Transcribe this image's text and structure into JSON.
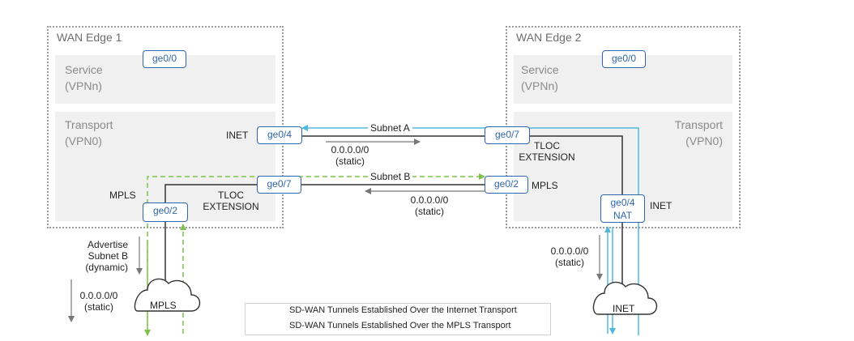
{
  "edge1": {
    "title": "WAN Edge 1",
    "service_line1": "Service",
    "service_line2": "(VPNn)",
    "transport_line1": "Transport",
    "transport_line2": "(VPN0)",
    "iface_service": "ge0/0",
    "iface_inet": "ge0/4",
    "iface_tloc": "ge0/7",
    "iface_mpls": "ge0/2",
    "label_inet": "INET",
    "label_mpls": "MPLS",
    "tloc_line1": "TLOC",
    "tloc_line2": "EXTENSION"
  },
  "edge2": {
    "title": "WAN Edge 2",
    "service_line1": "Service",
    "service_line2": "(VPNn)",
    "transport_line1": "Transport",
    "transport_line2": "(VPN0)",
    "iface_service": "ge0/0",
    "iface_tloc": "ge0/7",
    "iface_mpls": "ge0/2",
    "iface_inet_line1": "ge0/4",
    "iface_inet_line2": "NAT",
    "label_inet": "INET",
    "label_mpls": "MPLS",
    "tloc_line1": "TLOC",
    "tloc_line2": "EXTENSION"
  },
  "links": {
    "subnet_a": "Subnet A",
    "subnet_b": "Subnet B",
    "route_a_line1": "0.0.0.0/0",
    "route_a_line2": "(static)",
    "route_b_line1": "0.0.0.0/0",
    "route_b_line2": "(static)"
  },
  "bottom_left": {
    "advertise_line1": "Advertise",
    "advertise_line2": "Subnet B",
    "advertise_line3": "(dynamic)",
    "route_line1": "0.0.0.0/0",
    "route_line2": "(static)"
  },
  "bottom_right": {
    "route_line1": "0.0.0.0/0",
    "route_line2": "(static)"
  },
  "clouds": {
    "mpls": "MPLS",
    "inet": "INET"
  },
  "legend": {
    "internet": "SD-WAN Tunnels Established Over the Internet Transport",
    "mpls": "SD-WAN Tunnels Established Over the MPLS Transport"
  },
  "colors": {
    "internet_tunnel": "#4fb8e0",
    "mpls_tunnel": "#7cc24a",
    "interface": "#2f66ad",
    "wire": "#333333",
    "route_arrow": "#777777"
  }
}
